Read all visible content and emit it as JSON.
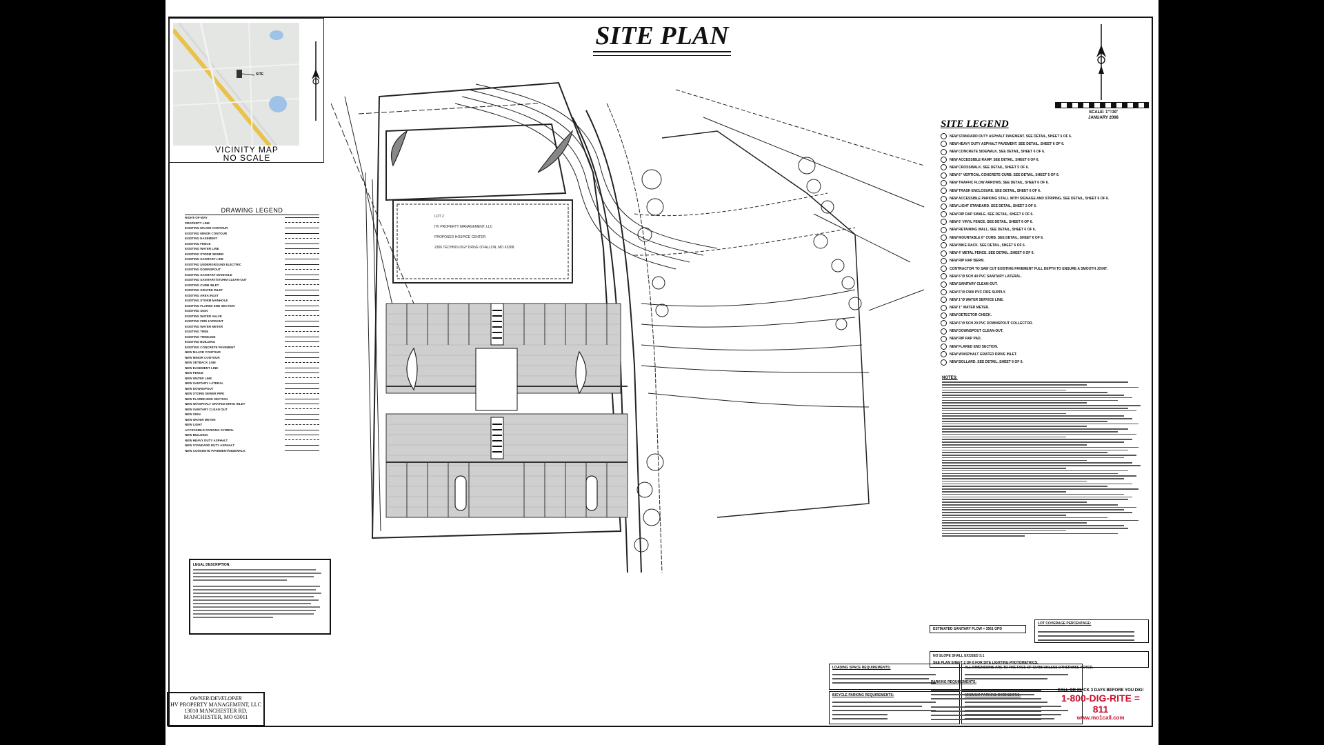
{
  "title": "SITE PLAN",
  "vicinity": {
    "title": "VICINITY MAP",
    "scale": "NO SCALE",
    "site_label": "SITE"
  },
  "drawing_legend": {
    "title": "DRAWING LEGEND",
    "items": [
      "RIGHT-OF-WAY",
      "PROPERTY LINE",
      "EXISTING MAJOR CONTOUR",
      "EXISTING MINOR CONTOUR",
      "EXISTING EASEMENT",
      "EXISTING FENCE",
      "EXISTING WATER LINE",
      "EXISTING STORM SEWER",
      "EXISTING SANITARY LINE",
      "EXISTING UNDERGROUND ELECTRIC",
      "EXISTING DOWNSPOUT",
      "EXISTING SANITARY MANHOLE",
      "EXISTING SANITARY/STORM CLEAN-OUT",
      "EXISTING CURB INLET",
      "EXISTING GRATED INLET",
      "EXISTING AREA INLET",
      "EXISTING STORM MANHOLE",
      "EXISTING FLARED END SECTION",
      "EXISTING SIGN",
      "EXISTING WATER VALVE",
      "EXISTING FIRE HYDRANT",
      "EXISTING WATER METER",
      "EXISTING TREE",
      "EXISTING TREELINE",
      "EXISTING BUILDING",
      "EXISTING CONCRETE PAVEMENT",
      "NEW MAJOR CONTOUR",
      "NEW MINOR CONTOUR",
      "NEW SETBACK LINE",
      "NEW EASEMENT LINE",
      "NEW FENCE",
      "NEW WATER LINE",
      "NEW SANITARY LATERAL",
      "NEW DOWNSPOUT",
      "NEW STORM SEWER PIPE",
      "NEW FLARED END SECTION",
      "NEW W/ASPHALT GRATED DRIVE INLET",
      "NEW SANITARY CLEAN OUT",
      "NEW SIGN",
      "NEW WATER METER",
      "NEW LIGHT",
      "ACCESSIBLE PARKING SYMBOL",
      "NEW BUILDING",
      "NEW HEAVY DUTY ASPHALT",
      "NEW STANDARD DUTY ASPHALT",
      "NEW CONCRETE PAVEMENT/SIDEWALK"
    ]
  },
  "legal_box": {
    "title": "LEGAL DESCRIPTION:"
  },
  "owner": {
    "header": "OWNER/DEVELOPER",
    "line1": "HV PROPERTY MANAGEMENT, LLC",
    "line2": "13010 MANCHESTER RD.",
    "line3": "MANCHESTER, MO 63011"
  },
  "scale": {
    "text": "SCALE: 1\"=30'",
    "date": "JANUARY 2008"
  },
  "site_legend": {
    "title": "SITE LEGEND",
    "items": [
      "NEW STANDARD DUTY ASPHALT PAVEMENT. SEE DETAIL, SHEET 6 OF 6.",
      "NEW HEAVY DUTY ASPHALT PAVEMENT. SEE DETAIL, SHEET 6 OF 6.",
      "NEW CONCRETE SIDEWALK. SEE DETAIL, SHEET 6 OF 6.",
      "NEW ACCESSIBLE RAMP. SEE DETAIL, SHEET 6 OF 6.",
      "NEW CROSSWALK. SEE DETAIL, SHEET 5 OF 6.",
      "NEW 6\" VERTICAL CONCRETE CURB. SEE DETAIL, SHEET 5 OF 6.",
      "NEW TRAFFIC FLOW ARROWS. SEE DETAIL, SHEET 6 OF 6.",
      "NEW TRASH ENCLOSURE. SEE DETAIL, SHEET 6 OF 6.",
      "NEW ACCESSIBLE PARKING STALL WITH SIGNAGE AND STRIPING. SEE DETAIL, SHEET 6 OF 6.",
      "NEW LIGHT STANDARD. SEE DETAIL, SHEET 2 OF 6.",
      "NEW RIP RAP SWALE. SEE DETAIL, SHEET 6 OF 6.",
      "NEW 6' VINYL FENCE. SEE DETAIL, SHEET 6 OF 6.",
      "NEW RETAINING WALL. SEE DETAIL, SHEET 6 OF 6.",
      "NEW MOUNTABLE 6\" CURB. SEE DETAIL, SHEET 6 OF 6.",
      "NEW BIKE RACK. SEE DETAIL, SHEET 6 OF 6.",
      "NEW 4' METAL FENCE. SEE DETAIL, SHEET 6 OF 6.",
      "NEW RIP RAP BERM.",
      "CONTRACTOR TO SAW CUT EXISTING PAVEMENT FULL DEPTH TO ENSURE A SMOOTH JOINT.",
      "NEW 6\"Ø SCH 40 PVC SANITARY LATERAL.",
      "NEW SANITARY CLEAN-OUT.",
      "NEW 6\"Ø C900 PVC FIRE SUPPLY.",
      "NEW 1\"Ø WATER SERVICE LINE.",
      "NEW 1\" WATER METER.",
      "NEW DETECTOR CHECK.",
      "NEW 6\"Ø SCH 20 PVC DOWNSPOUT COLLECTOR.",
      "NEW DOWNSPOUT CLEAN-OUT.",
      "NEW RIP RAP PAD.",
      "NEW FLARED END SECTION.",
      "NEW W/ASPHALT GRATED DRIVE INLET.",
      "NEW BOLLARD. SEE DETAIL, SHEET 6 OF 6."
    ]
  },
  "notes": {
    "title": "NOTES:"
  },
  "boxes": {
    "sanitary_flow": "ESTIMATED SANITARY FLOW = 3561 GPD",
    "lot_coverage": "LOT COVERAGE PERCENTAGE:",
    "slope_note": "NO SLOPE SHALL EXCEED 3:1",
    "lighting_note": "SEE PLAN SHEET 2 OF 6 FOR SITE LIGHTING PHOTOMETRICS.",
    "loading": "LOADING SPACE REQUIREMENTS:",
    "bicycle": "BICYCLE PARKING REQUIREMENTS:",
    "dimension_note": "ALL DIMENSIONS ARE TO THE FACE OF CURB UNLESS OTHERWISE NOTED.",
    "minimum_parking": "MINIMUM PARKING DIMENSIONS:",
    "parking_req": "PARKING REQUIREMENTS:"
  },
  "call": {
    "line": "CALL OR CLICK 3 DAYS BEFORE YOU DIG!",
    "number": "1-800-DIG-RITE = 811",
    "url": "www.mo1call.com"
  },
  "plan": {
    "lot": "LOT 2",
    "owner": "HV PROPERTY MANAGEMENT, LLC",
    "building": "PROPOSED HOSPICE CENTER",
    "address": "2306 TECHNOLOGY DRIVE O'FALLON, MO 63368"
  }
}
